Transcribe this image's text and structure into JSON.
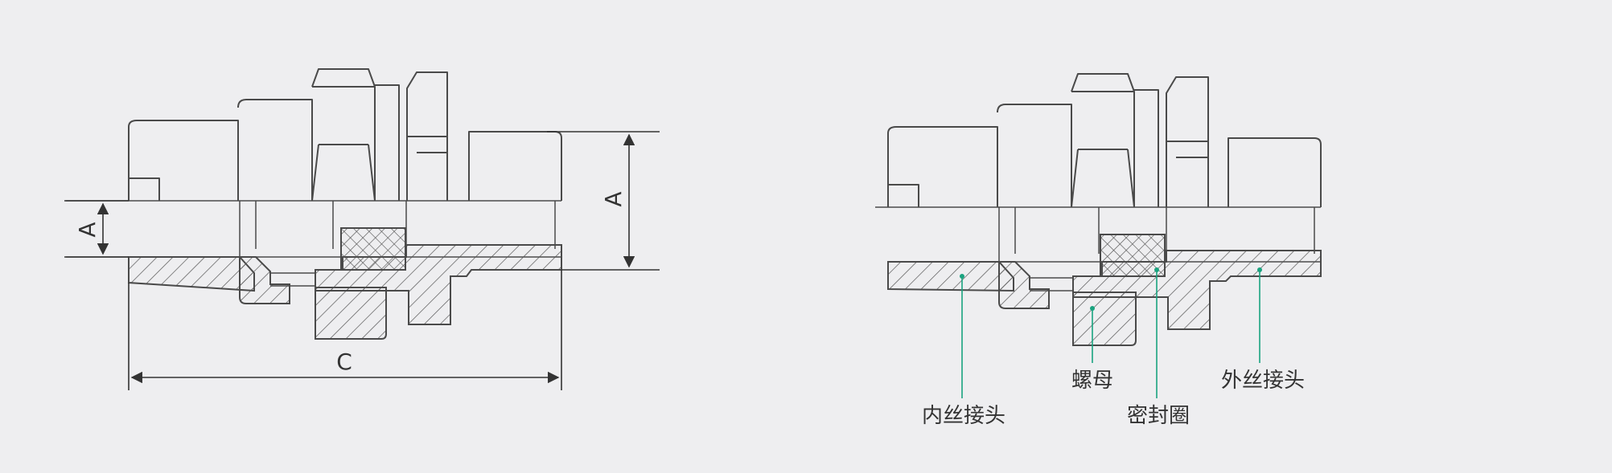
{
  "dimensions": {
    "inner_a": "A",
    "outer_a": "A",
    "length_c": "C"
  },
  "labels": {
    "female_connector": "内丝接头",
    "nut": "螺母",
    "seal_ring": "密封圈",
    "male_connector": "外丝接头"
  },
  "colors": {
    "background": "#eeeef0",
    "outline": "#4a4a4a",
    "leader": "#1aa37f"
  }
}
